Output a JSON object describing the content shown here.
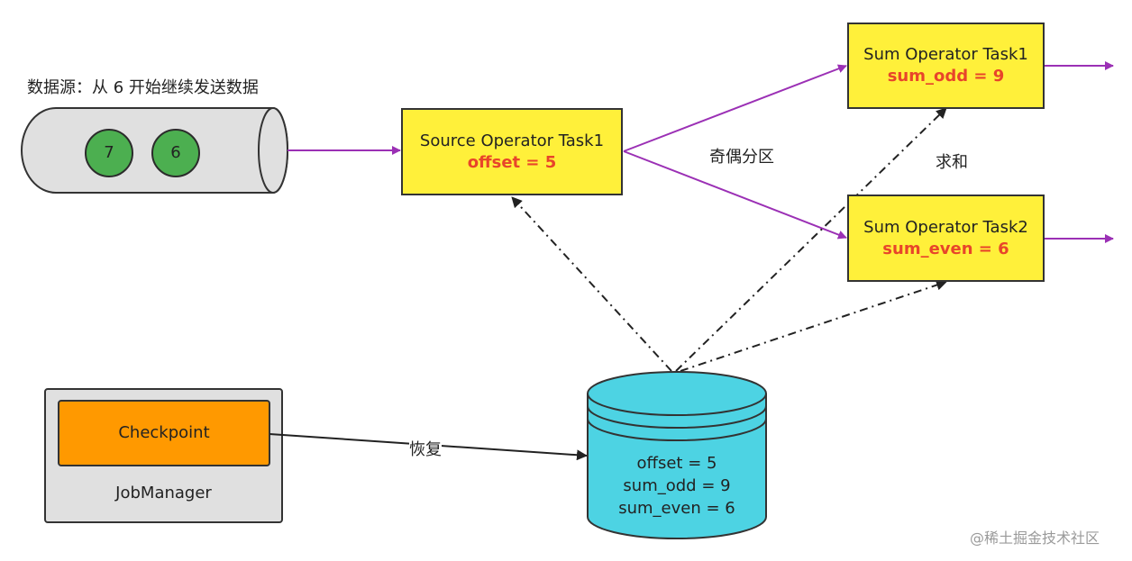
{
  "colors": {
    "task_fill": "#fff03a",
    "value_text": "#e8452a",
    "flow_arrow": "#9b30b5",
    "checkpoint_fill": "#ff9900",
    "state_store_fill": "#4dd3e3",
    "record_fill": "#4caf50"
  },
  "source": {
    "caption": "数据源：从 6 开始继续发送数据",
    "records": [
      "7",
      "6"
    ]
  },
  "source_task": {
    "title": "Source Operator Task1",
    "value": "offset = 5"
  },
  "sum_task1": {
    "title": "Sum Operator Task1",
    "value": "sum_odd = 9"
  },
  "sum_task2": {
    "title": "Sum Operator Task2",
    "value": "sum_even = 6"
  },
  "labels": {
    "partition": "奇偶分区",
    "sum": "求和",
    "restore": "恢复"
  },
  "jobmanager": {
    "title": "JobManager",
    "checkpoint": "Checkpoint"
  },
  "state_store": {
    "lines": [
      "offset = 5",
      "sum_odd = 9",
      "sum_even = 6"
    ]
  },
  "watermark": "@稀土掘金技术社区"
}
